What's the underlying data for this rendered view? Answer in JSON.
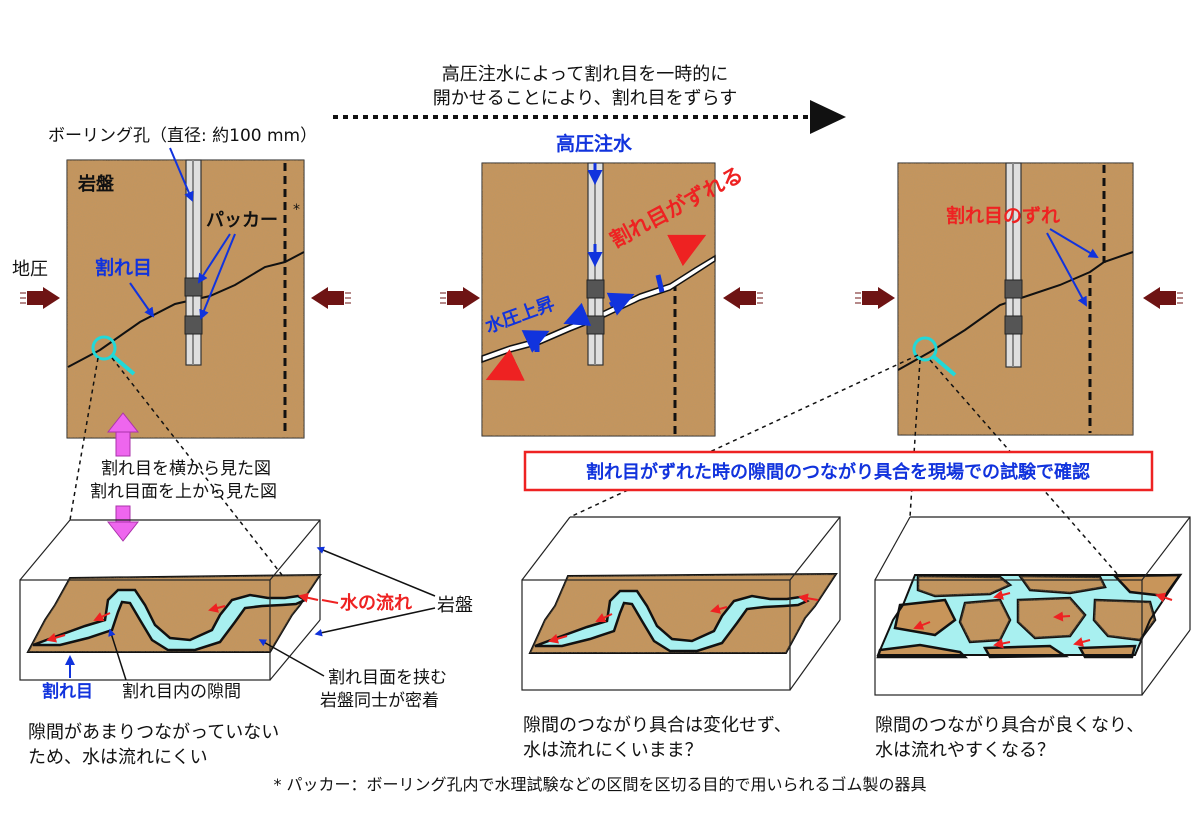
{
  "header": {
    "process_line1": "高圧注水によって割れ目を一時的に",
    "process_line2": "開かせることにより、割れ目をずらす"
  },
  "panel_left": {
    "borehole_label": "ボーリング孔（直径: 約100 mm）",
    "rock_label": "岩盤",
    "packer_label": "パッカー",
    "packer_mark": "*",
    "stress_label": "地圧",
    "crack_label": "割れ目"
  },
  "panel_middle": {
    "injection_label": "高圧注水",
    "slip_label": "割れ目がずれる",
    "pressure_label": "水圧上昇"
  },
  "panel_right": {
    "offset_label": "割れ目のずれ"
  },
  "captions": {
    "side_view": "割れ目を横から見た図",
    "top_view": "割れ目面を上から見た図"
  },
  "confirm_box": "割れ目がずれた時の隙間のつながり具合を現場での試験で確認",
  "block_left": {
    "flow_label": "水の流れ",
    "rock_label": "岩盤",
    "crack_label": "割れ目",
    "gap_label": "割れ目内の隙間",
    "contact_line1": "割れ目面を挟む",
    "contact_line2": "岩盤同士が密着",
    "result_line1": "隙間があまりつながっていない",
    "result_line2": "ため、水は流れにくい"
  },
  "block_middle": {
    "result_line1": "隙間のつながり具合は変化せず、",
    "result_line2": "水は流れにくいまま？"
  },
  "block_right": {
    "result_line1": "隙間のつながり具合が良くなり、",
    "result_line2": "水は流れやすくなる？"
  },
  "footnote": "* パッカー：ボーリング孔内で水理試験などの区間を区切る目的で用いられるゴム製の器具",
  "colors": {
    "rock": "#c8955a",
    "water": "#a8f0f0",
    "blue_label": "#1133dd",
    "red_label": "#ee2222",
    "stress_arrow": "#6e1414",
    "magenta_arrow": "#ee66ee",
    "lens": "#22d8d8"
  }
}
